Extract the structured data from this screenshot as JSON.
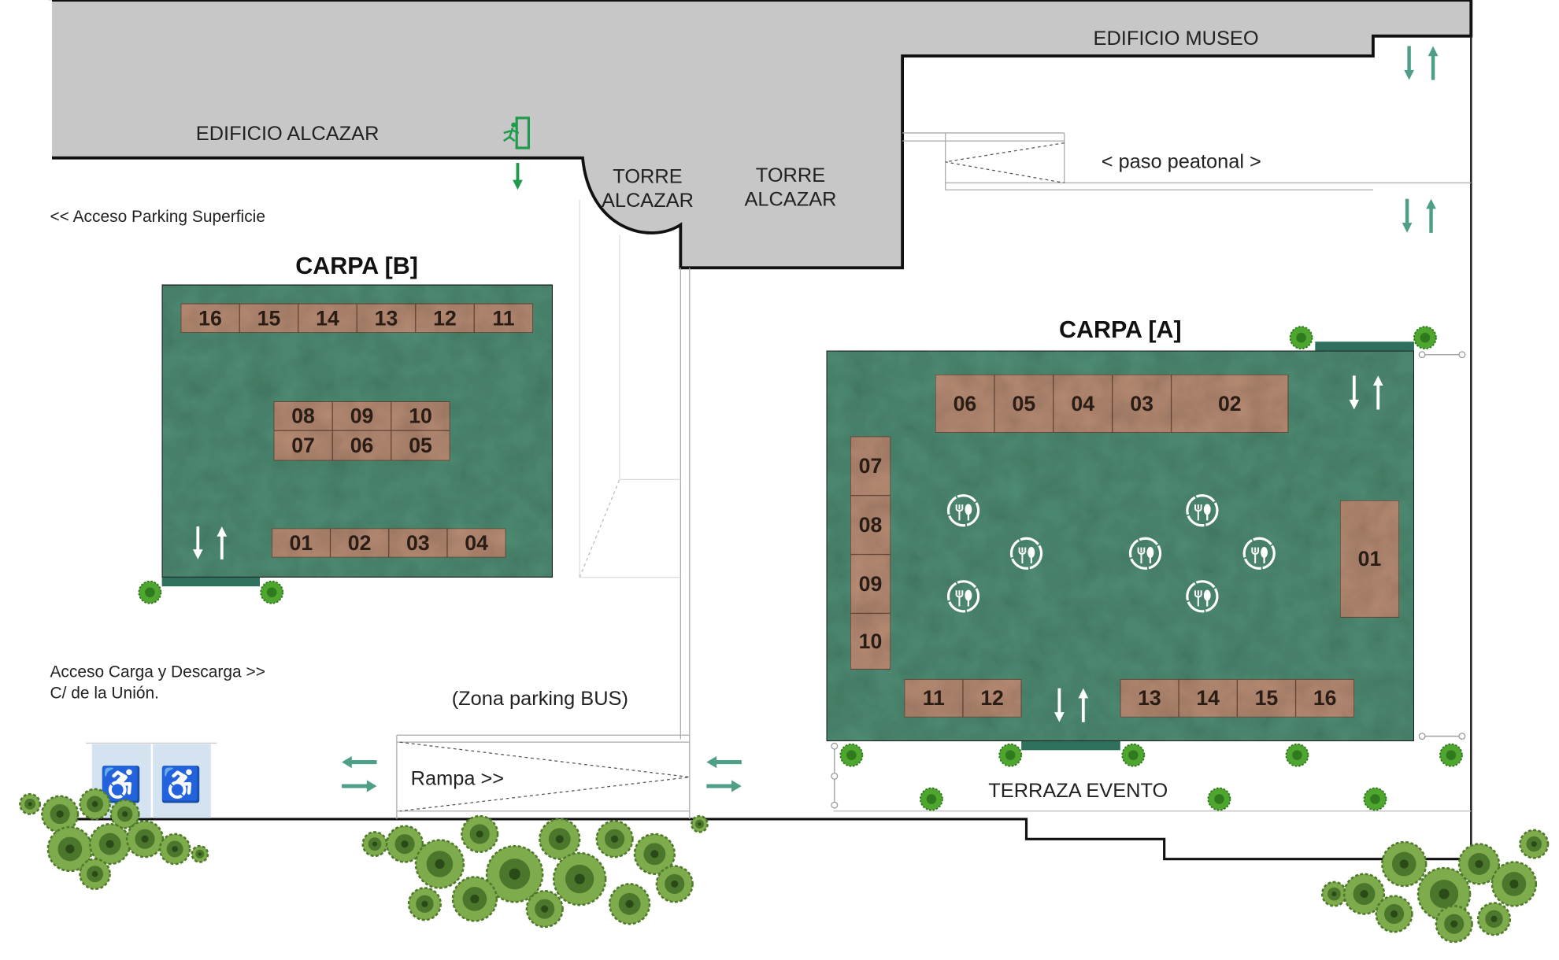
{
  "colors": {
    "building": "#c6c7c6",
    "tent": "#4f8d74",
    "stall": "#b88c74",
    "stall_border": "#6b4a3a",
    "arrow_teal": "#4f9e88",
    "exit_green": "#1e9b4b",
    "door": "#2f6f5e",
    "parking_blue": "#d5e3f1"
  },
  "labels": {
    "edificio_alcazar": "EDIFICIO ALCAZAR",
    "edificio_museo": "EDIFICIO MUSEO",
    "torre_alcazar_1": [
      "TORRE",
      "ALCAZAR"
    ],
    "torre_alcazar_2": [
      "TORRE",
      "ALCAZAR"
    ],
    "paso_peatonal": "< paso peatonal >",
    "acceso_parking": "<< Acceso Parking Superficie",
    "acceso_carga": "Acceso Carga y Descarga >>",
    "calle": "C/ de la Unión.",
    "zona_bus": "(Zona parking BUS)",
    "rampa": "Rampa >>",
    "terraza": "TERRAZA EVENTO"
  },
  "carpa_b": {
    "title": "CARPA [B]",
    "top_row": [
      "16",
      "15",
      "14",
      "13",
      "12",
      "11"
    ],
    "middle_top": [
      "08",
      "09",
      "10"
    ],
    "middle_bottom": [
      "07",
      "06",
      "05"
    ],
    "bottom_row": [
      "01",
      "02",
      "03",
      "04"
    ]
  },
  "carpa_a": {
    "title": "CARPA [A]",
    "top_row": [
      "06",
      "05",
      "04",
      "03",
      "02"
    ],
    "left_column": [
      "07",
      "08",
      "09",
      "10"
    ],
    "right_single": [
      "01"
    ],
    "bottom_left": [
      "11",
      "12"
    ],
    "bottom_right": [
      "13",
      "14",
      "15",
      "16"
    ],
    "dining_areas": 7
  },
  "icons": [
    "exit-sign-icon",
    "arrow-icon",
    "restaurant-icon",
    "wheelchair-icon",
    "tree-icon"
  ]
}
